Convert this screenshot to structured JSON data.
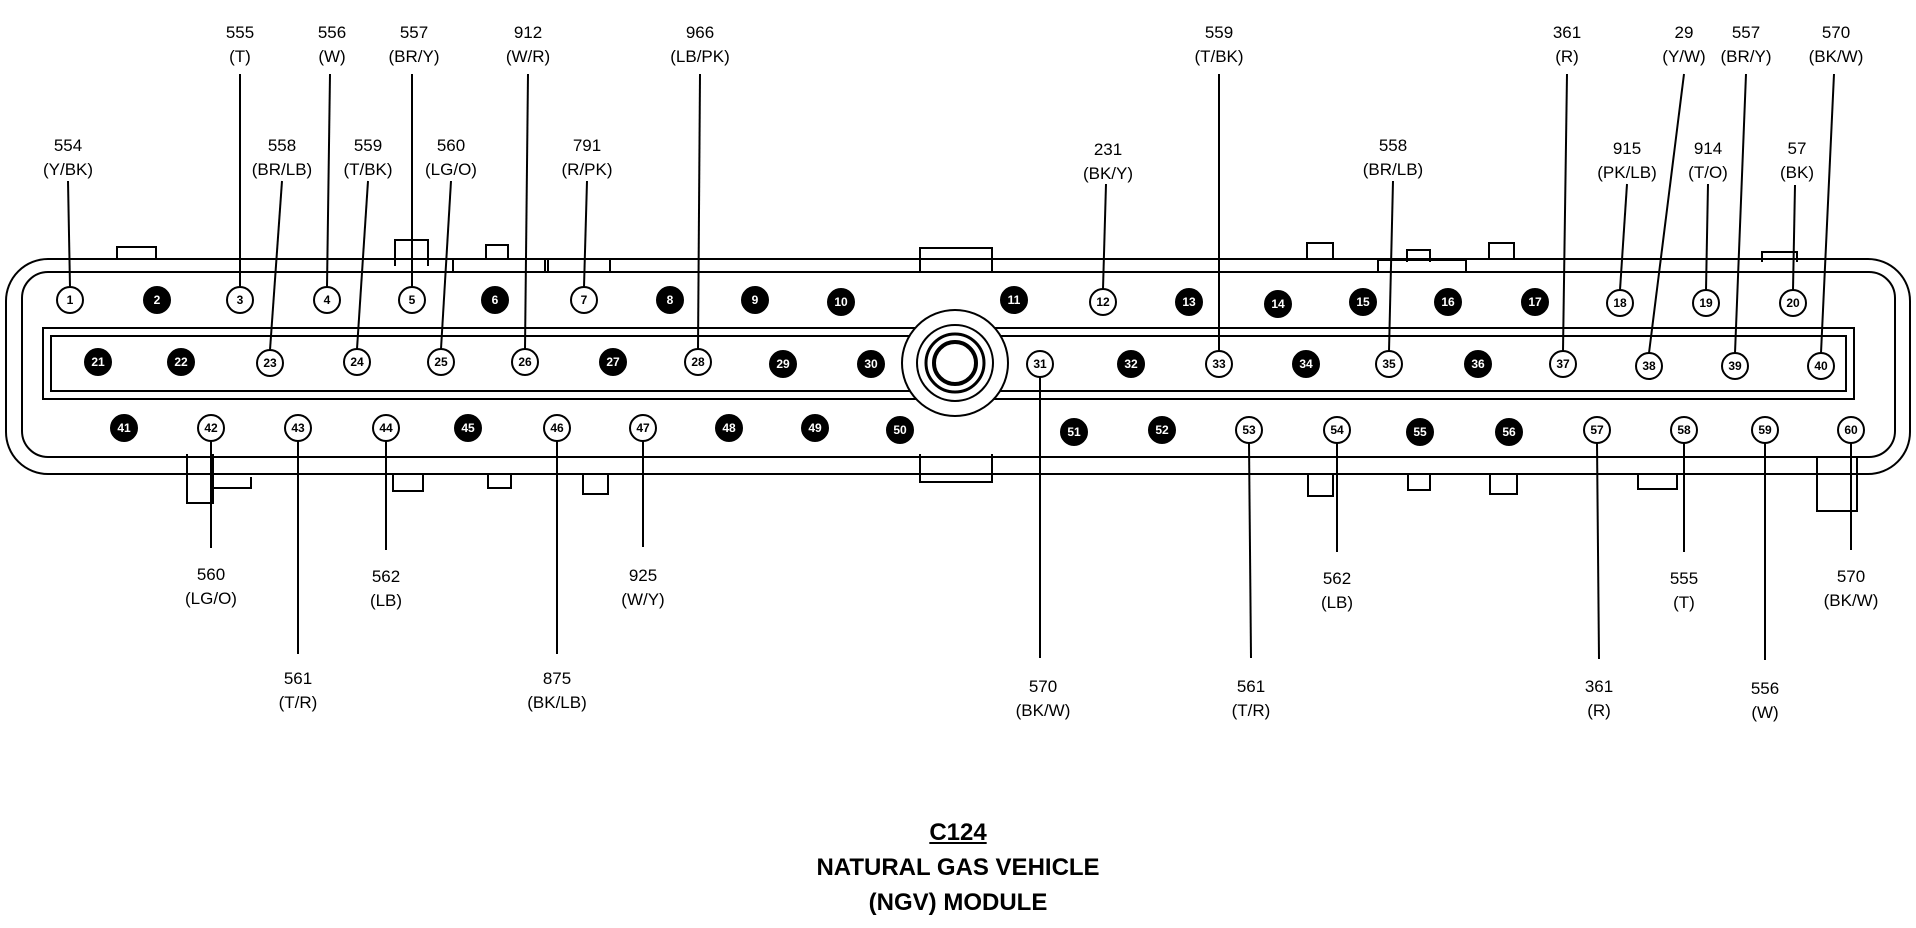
{
  "connector": {
    "id": "C124",
    "title_line1": "NATURAL GAS VEHICLE",
    "title_line2": "(NGV) MODULE"
  },
  "colors": {
    "ink": "#000000",
    "paper": "#ffffff"
  },
  "pins": [
    {
      "n": "1",
      "filled": false
    },
    {
      "n": "2",
      "filled": true
    },
    {
      "n": "3",
      "filled": false
    },
    {
      "n": "4",
      "filled": false
    },
    {
      "n": "5",
      "filled": false
    },
    {
      "n": "6",
      "filled": true
    },
    {
      "n": "7",
      "filled": false
    },
    {
      "n": "8",
      "filled": true
    },
    {
      "n": "9",
      "filled": true
    },
    {
      "n": "10",
      "filled": true
    },
    {
      "n": "11",
      "filled": true
    },
    {
      "n": "12",
      "filled": false
    },
    {
      "n": "13",
      "filled": true
    },
    {
      "n": "14",
      "filled": true
    },
    {
      "n": "15",
      "filled": true
    },
    {
      "n": "16",
      "filled": true
    },
    {
      "n": "17",
      "filled": true
    },
    {
      "n": "18",
      "filled": false
    },
    {
      "n": "19",
      "filled": false
    },
    {
      "n": "20",
      "filled": false
    },
    {
      "n": "21",
      "filled": true
    },
    {
      "n": "22",
      "filled": true
    },
    {
      "n": "23",
      "filled": false
    },
    {
      "n": "24",
      "filled": false
    },
    {
      "n": "25",
      "filled": false
    },
    {
      "n": "26",
      "filled": false
    },
    {
      "n": "27",
      "filled": true
    },
    {
      "n": "28",
      "filled": false
    },
    {
      "n": "29",
      "filled": true
    },
    {
      "n": "30",
      "filled": true
    },
    {
      "n": "31",
      "filled": false
    },
    {
      "n": "32",
      "filled": true
    },
    {
      "n": "33",
      "filled": false
    },
    {
      "n": "34",
      "filled": true
    },
    {
      "n": "35",
      "filled": false
    },
    {
      "n": "36",
      "filled": true
    },
    {
      "n": "37",
      "filled": false
    },
    {
      "n": "38",
      "filled": false
    },
    {
      "n": "39",
      "filled": false
    },
    {
      "n": "40",
      "filled": false
    },
    {
      "n": "41",
      "filled": true
    },
    {
      "n": "42",
      "filled": false
    },
    {
      "n": "43",
      "filled": false
    },
    {
      "n": "44",
      "filled": false
    },
    {
      "n": "45",
      "filled": true
    },
    {
      "n": "46",
      "filled": false
    },
    {
      "n": "47",
      "filled": false
    },
    {
      "n": "48",
      "filled": true
    },
    {
      "n": "49",
      "filled": true
    },
    {
      "n": "50",
      "filled": true
    },
    {
      "n": "51",
      "filled": true
    },
    {
      "n": "52",
      "filled": true
    },
    {
      "n": "53",
      "filled": false
    },
    {
      "n": "54",
      "filled": false
    },
    {
      "n": "55",
      "filled": true
    },
    {
      "n": "56",
      "filled": true
    },
    {
      "n": "57",
      "filled": false
    },
    {
      "n": "58",
      "filled": false
    },
    {
      "n": "59",
      "filled": false
    },
    {
      "n": "60",
      "filled": false
    }
  ],
  "wires_top": [
    {
      "pin": "1",
      "circuit": "554",
      "color": "(Y/BK)"
    },
    {
      "pin": "3",
      "circuit": "555",
      "color": "(T)"
    },
    {
      "pin": "4",
      "circuit": "556",
      "color": "(W)"
    },
    {
      "pin": "5",
      "circuit": "557",
      "color": "(BR/Y)"
    },
    {
      "pin": "7",
      "circuit": "791",
      "color": "(R/PK)"
    },
    {
      "pin": "12",
      "circuit": "231",
      "color": "(BK/Y)"
    },
    {
      "pin": "18",
      "circuit": "915",
      "color": "(PK/LB)"
    },
    {
      "pin": "19",
      "circuit": "914",
      "color": "(T/O)"
    },
    {
      "pin": "20",
      "circuit": "57",
      "color": "(BK)"
    },
    {
      "pin": "23",
      "circuit": "558",
      "color": "(BR/LB)"
    },
    {
      "pin": "24",
      "circuit": "559",
      "color": "(T/BK)"
    },
    {
      "pin": "25",
      "circuit": "560",
      "color": "(LG/O)"
    },
    {
      "pin": "26",
      "circuit": "912",
      "color": "(W/R)"
    },
    {
      "pin": "28",
      "circuit": "966",
      "color": "(LB/PK)"
    },
    {
      "pin": "33",
      "circuit": "559",
      "color": "(T/BK)"
    },
    {
      "pin": "35",
      "circuit": "558",
      "color": "(BR/LB)"
    },
    {
      "pin": "37",
      "circuit": "361",
      "color": "(R)"
    },
    {
      "pin": "38",
      "circuit": "29",
      "color": "(Y/W)"
    },
    {
      "pin": "39",
      "circuit": "557",
      "color": "(BR/Y)"
    },
    {
      "pin": "40",
      "circuit": "570",
      "color": "(BK/W)"
    }
  ],
  "wires_bottom": [
    {
      "pin": "31",
      "circuit": "570",
      "color": "(BK/W)"
    },
    {
      "pin": "42",
      "circuit": "560",
      "color": "(LG/O)"
    },
    {
      "pin": "43",
      "circuit": "561",
      "color": "(T/R)"
    },
    {
      "pin": "44",
      "circuit": "562",
      "color": "(LB)"
    },
    {
      "pin": "46",
      "circuit": "875",
      "color": "(BK/LB)"
    },
    {
      "pin": "47",
      "circuit": "925",
      "color": "(W/Y)"
    },
    {
      "pin": "53",
      "circuit": "561",
      "color": "(T/R)"
    },
    {
      "pin": "54",
      "circuit": "562",
      "color": "(LB)"
    },
    {
      "pin": "57",
      "circuit": "361",
      "color": "(R)"
    },
    {
      "pin": "58",
      "circuit": "555",
      "color": "(T)"
    },
    {
      "pin": "59",
      "circuit": "556",
      "color": "(W)"
    },
    {
      "pin": "60",
      "circuit": "570",
      "color": "(BK/W)"
    }
  ]
}
